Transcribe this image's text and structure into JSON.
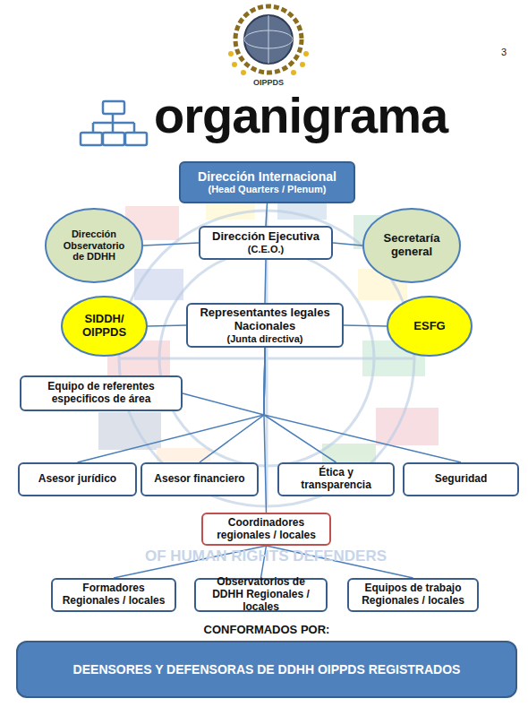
{
  "diagram": {
    "title": "organigrama",
    "nodes": [
      {
        "text": [
          "Dirección Internacional",
          "(Head Quarters / Plenum)"
        ]
      },
      {
        "text": [
          "Dirección Observatorio de DDHH"
        ]
      },
      {
        "text": [
          "Dirección Ejecutiva",
          "(C.E.O.)"
        ]
      },
      {
        "text": [
          "Secretaría general"
        ]
      },
      {
        "text": [
          "SIDDH/ OIPPDS"
        ]
      },
      {
        "text": [
          "Representantes legales Nacionales",
          "(Junta directiva)"
        ]
      },
      {
        "text": [
          "ESFG"
        ]
      },
      {
        "text": [
          "Equipo de referentes especificos de área"
        ]
      },
      {
        "text": [
          "Asesor jurídico"
        ]
      },
      {
        "text": [
          "Asesor financiero"
        ]
      },
      {
        "text": [
          "Ética y transparencia"
        ]
      },
      {
        "text": [
          "Seguridad"
        ]
      },
      {
        "text": [
          "Coordinadores regionales / locales"
        ]
      },
      {
        "text": [
          "Formadores Regionales / locales"
        ]
      },
      {
        "text": [
          "Observatorios de DDHH Regionales / locales"
        ]
      },
      {
        "text": [
          "Equipos de trabajo Regionales / locales"
        ]
      },
      {
        "text": [
          "DEENSORES Y DEFENSORAS DE DDHH OIPPDS REGISTRADOS"
        ]
      }
    ],
    "edges": [
      {
        "from": 0,
        "to": 2,
        "arrow": "none"
      },
      {
        "from": 2,
        "to": 1,
        "arrow": "none"
      },
      {
        "from": 2,
        "to": 3,
        "arrow": "none"
      },
      {
        "from": 2,
        "to": 5,
        "arrow": "none"
      },
      {
        "from": 5,
        "to": 4,
        "arrow": "none"
      },
      {
        "from": 5,
        "to": 6,
        "arrow": "none"
      },
      {
        "from": 5,
        "to": 7,
        "arrow": "none"
      },
      {
        "from": 5,
        "to": 8,
        "arrow": "none"
      },
      {
        "from": 5,
        "to": 9,
        "arrow": "none"
      },
      {
        "from": 5,
        "to": 10,
        "arrow": "none"
      },
      {
        "from": 5,
        "to": 11,
        "arrow": "none"
      },
      {
        "from": 5,
        "to": 12,
        "arrow": "none"
      },
      {
        "from": 12,
        "to": 13,
        "arrow": "none"
      },
      {
        "from": 12,
        "to": 14,
        "arrow": "none"
      },
      {
        "from": 12,
        "to": 15,
        "arrow": "none"
      }
    ],
    "labels": [
      "3",
      "OIPPDS",
      "CONFORMADOS POR:",
      "OF HUMAN RIGHTS DEFENDERS"
    ]
  }
}
